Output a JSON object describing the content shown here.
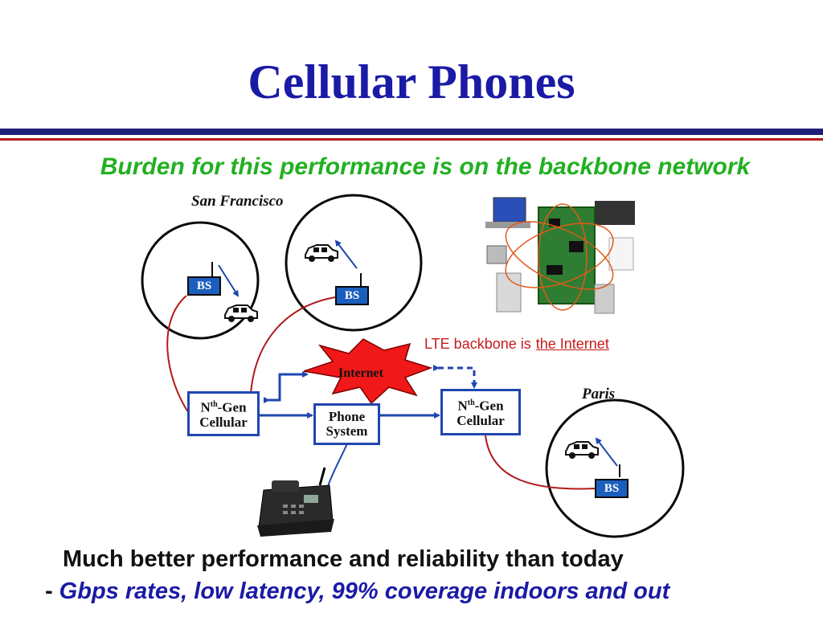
{
  "slide": {
    "title": "Cellular Phones",
    "subtitle": "Burden for this performance is on the backbone network",
    "bottom_line1": "Much better performance and reliability than today",
    "bottom_line2_dash": "-",
    "bottom_line2": "Gbps rates, low latency, 99% coverage indoors and out"
  },
  "diagram": {
    "city_sf": "San Francisco",
    "city_paris": "Paris",
    "bs_label": "BS",
    "internet_label": "Internet",
    "phone_system_line1": "Phone",
    "phone_system_line2": "System",
    "cellular_line1_a": "N",
    "cellular_line1_sup": "th",
    "cellular_line1_b": "-Gen",
    "cellular_line2": "Cellular",
    "lte_text": "LTE backbone is",
    "lte_link": "the Internet"
  },
  "colors": {
    "title": "#1a1aa6",
    "subtitle": "#22b022",
    "bs_fill": "#1b5fbe",
    "box_border": "#1f46b0",
    "link_line": "#1f46b0",
    "backhaul_line": "#b01a1a",
    "internet_fill": "#f01818",
    "lte_text": "#c81a1a"
  }
}
